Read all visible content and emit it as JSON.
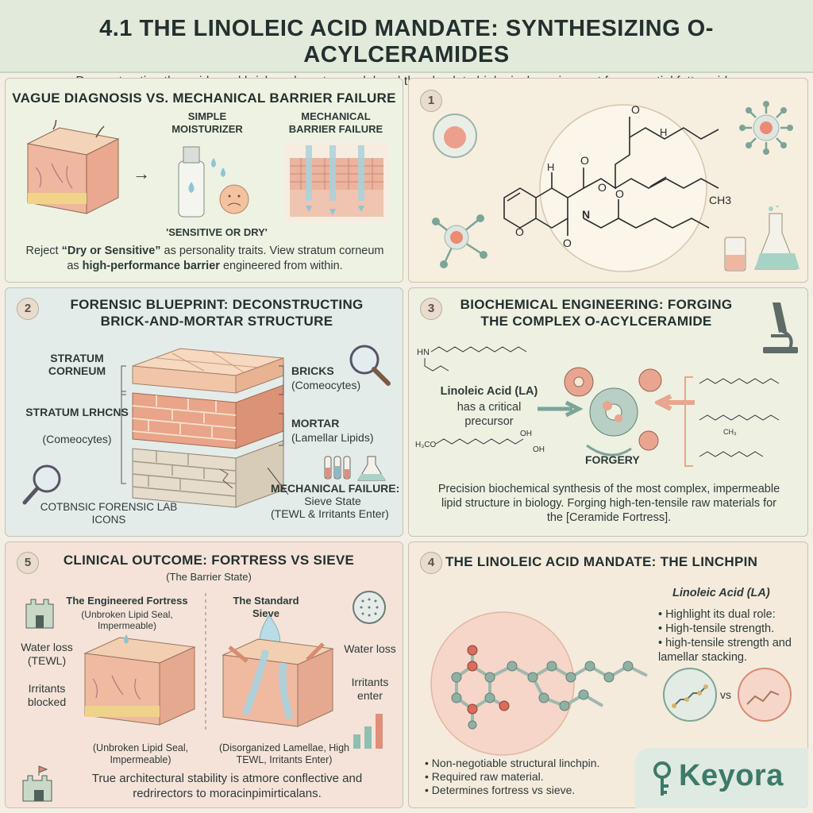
{
  "header": {
    "title": "4.1 THE LINOLEIC ACID MANDATE: SYNTHESIZING O-ACYLCERAMIDES",
    "subtitle": "Deconstructing the epidermal brick-and-mortar model and the absolute biological requirement for essential fatty acids."
  },
  "panel1": {
    "title": "VAGUE DIAGNOSIS VS. MECHANICAL BARRIER FAILURE",
    "simple_label": "SIMPLE MOISTURIZER",
    "failure_label": "MECHANICAL BARRIER FAILURE",
    "sensitive_label": "'SENSITIVE OR DRY'",
    "body_pre": "Reject ",
    "body_b1": "“Dry or Sensitive”",
    "body_mid": " as personality traits. View stratum corneum as ",
    "body_b2": "high-performance barrier",
    "body_post": " engineered from within."
  },
  "panel1b": {
    "number": "1",
    "ch3": "CH3",
    "atoms": {
      "o": "O",
      "n": "N",
      "h": "H",
      "h2": "H",
      "o2": "O",
      "ring_o": "O",
      "o3": "O",
      "o4": "O",
      "o5": "O"
    }
  },
  "panel2": {
    "number": "2",
    "title_line1": "FORENSIC BLUEPRINT: DECONSTRUCTING",
    "title_line2": "BRICK-AND-MORTAR STRUCTURE",
    "stratum_corneum": "STRATUM CORNEUM",
    "stratum_lrhcns": "STRATUM LRHCNS",
    "corneocytes_left": "(Comeocytes)",
    "bricks": "BRICKS",
    "bricks_sub": "(Comeocytes)",
    "mortar": "MORTAR",
    "mortar_sub": "(Lamellar Lipids)",
    "mech_failure": "MECHANICAL FAILURE:",
    "sieve_state": "Sieve State",
    "tewl_enter": "(TEWL & Irritants Enter)",
    "lab_icons": "COTBNSIC FORENSIC LAB ICONS"
  },
  "panel3": {
    "number": "3",
    "title_line1": "BIOCHEMICAL ENGINEERING: FORGING",
    "title_line2": "THE COMPLEX O-ACYLCERAMIDE",
    "la_label": "Linoleic Acid (LA)",
    "la_desc": "has a critical precursor",
    "forgery": "FORGERY",
    "body": "Precision biochemical synthesis of the most complex, impermeable lipid structure in biology. Forging high-ten-tensile raw materials for the [Ceramide Fortress].",
    "chem": {
      "hn": "HN",
      "h3co": "H₃CO",
      "oh": "OH",
      "oh2": "OH",
      "ch3": "CH₃"
    }
  },
  "panel5": {
    "number": "5",
    "title": "CLINICAL OUTCOME: FORTRESS VS SIEVE",
    "subtitle": "(The Barrier State)",
    "fortress_title": "The Engineered Fortress",
    "fortress_sub": "(Unbroken Lipid Seal, Impermeable)",
    "sieve_title": "The Standard Sieve",
    "water_loss_left": "Water loss (TEWL)",
    "irritants_blocked": "Irritants blocked",
    "water_loss_right": "Water loss",
    "irritants_enter": "Irritants enter",
    "fortress_bottom": "(Unbroken Lipid Seal, Impermeable)",
    "sieve_bottom": "(Disorganized Lamellae, High TEWL, Irritants Enter)",
    "footer": "True architectural stability is atmore conflective and redrirectors to moracinpimirticalans."
  },
  "panel4": {
    "number": "4",
    "title": "THE LINOLEIC ACID MANDATE: THE LINCHPIN",
    "la_title": "Linoleic Acid (LA)",
    "bullets_right": [
      "Highlight its dual role:",
      "High-tensile strength.",
      "high-tensile strength and lamellar stacking."
    ],
    "vs": "vs",
    "bullets_bottom": [
      "Non-negotiable structural linchpin.",
      "Required raw material.",
      "Determines fortress vs sieve."
    ]
  },
  "brand": {
    "name": "Keyora"
  },
  "colors": {
    "accent": "#3d7a68",
    "brick": "#e79a7c",
    "skin": "#f0c6a8",
    "water": "#a9d3df"
  }
}
